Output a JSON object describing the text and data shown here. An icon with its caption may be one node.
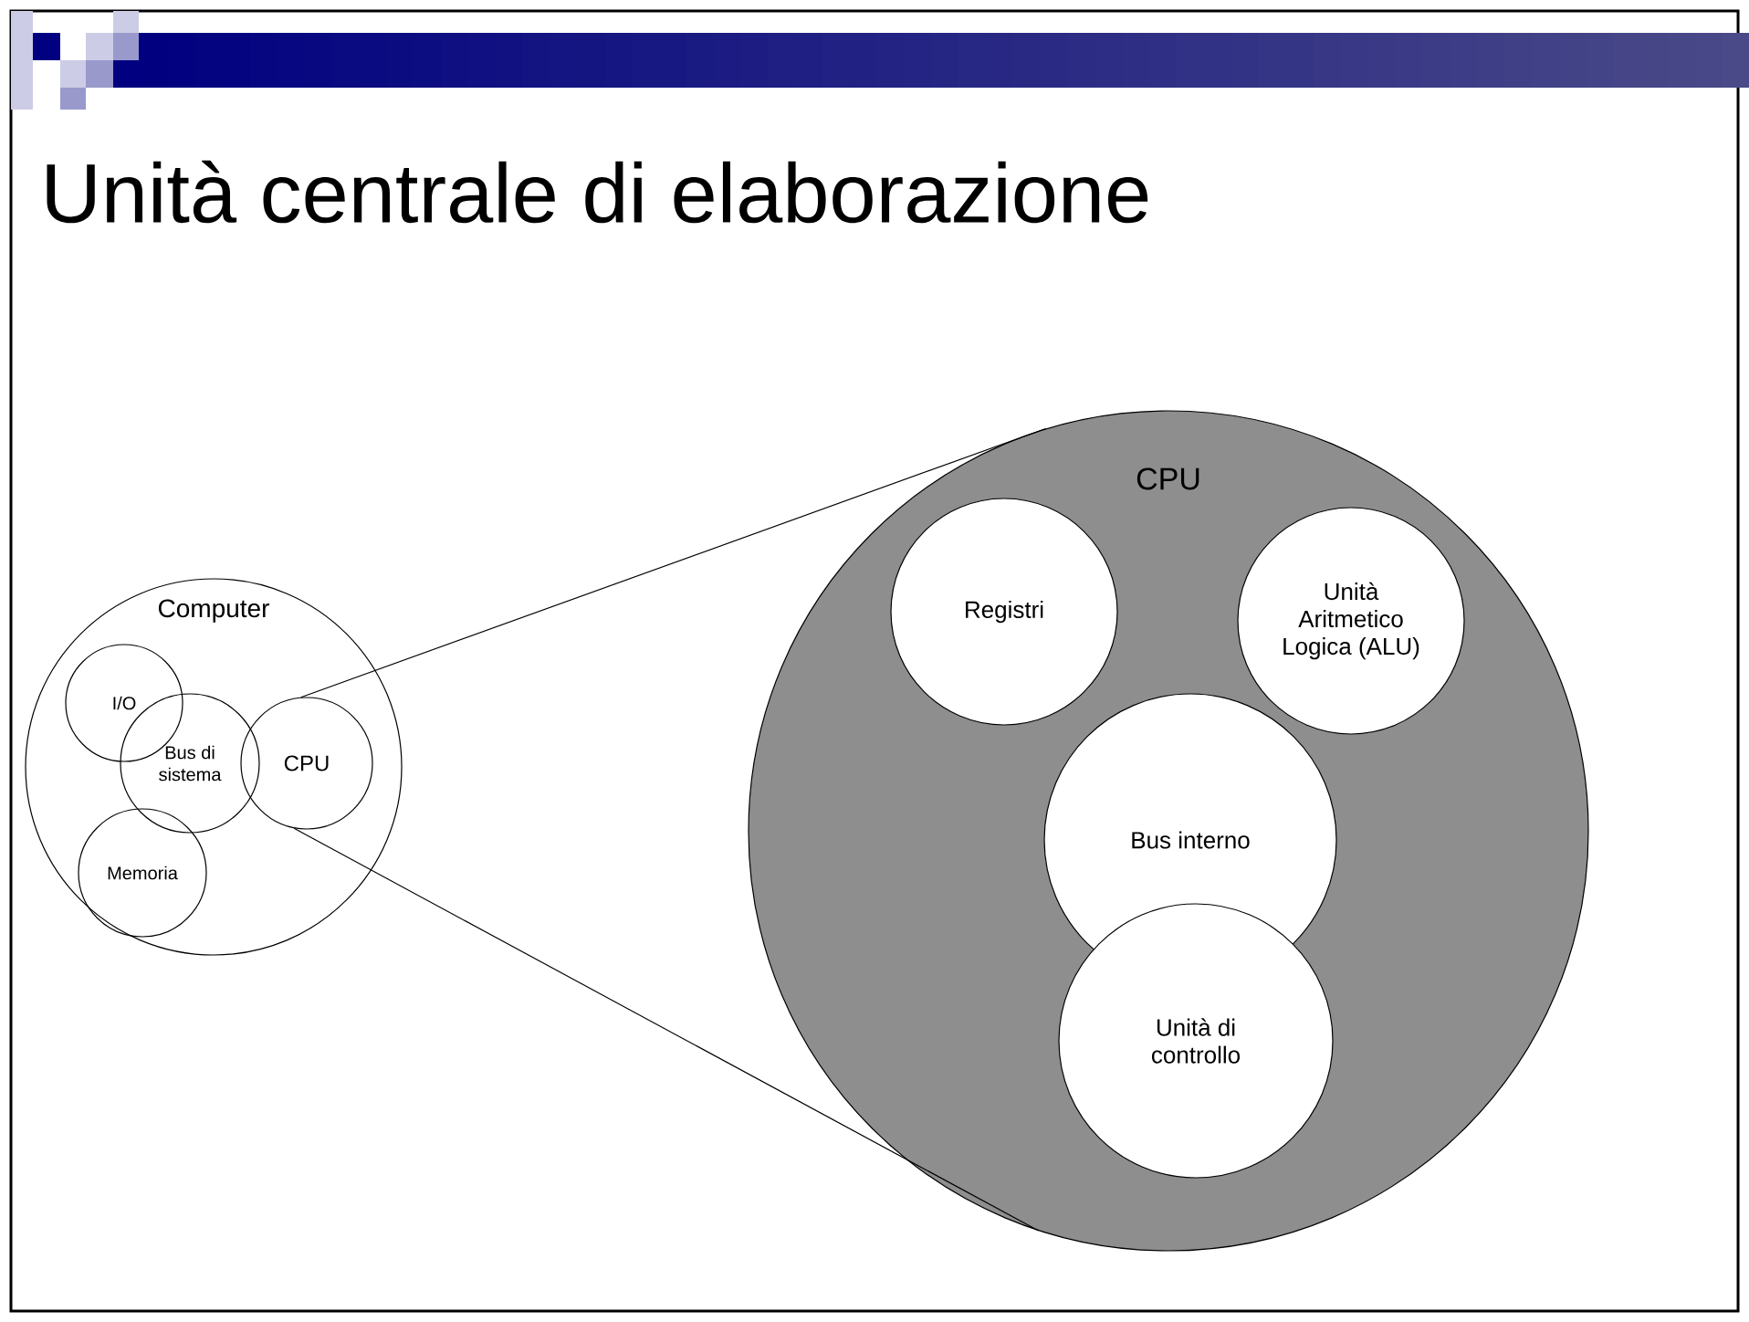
{
  "diagram": {
    "title": "Unità centrale di elaborazione",
    "nodes": [
      {
        "text": [
          "Computer"
        ]
      },
      {
        "text": [
          "I/O"
        ],
        "in": 0
      },
      {
        "text": [
          "Bus di sistema"
        ],
        "in": 0
      },
      {
        "text": [
          "CPU"
        ],
        "in": 0
      },
      {
        "text": [
          "Memoria"
        ],
        "in": 0
      },
      {
        "text": [
          "CPU"
        ]
      },
      {
        "text": [
          "Registri"
        ],
        "in": 5
      },
      {
        "text": [
          "Unità Aritmetico Logica (ALU)"
        ],
        "in": 5
      },
      {
        "text": [
          "Bus interno"
        ],
        "in": 5
      },
      {
        "text": [
          "Unità di controllo"
        ],
        "in": 5
      }
    ],
    "edges": [
      {
        "from": 3,
        "to": 5,
        "arrow": "none"
      },
      {
        "from": 3,
        "to": 5,
        "arrow": "none"
      }
    ]
  }
}
